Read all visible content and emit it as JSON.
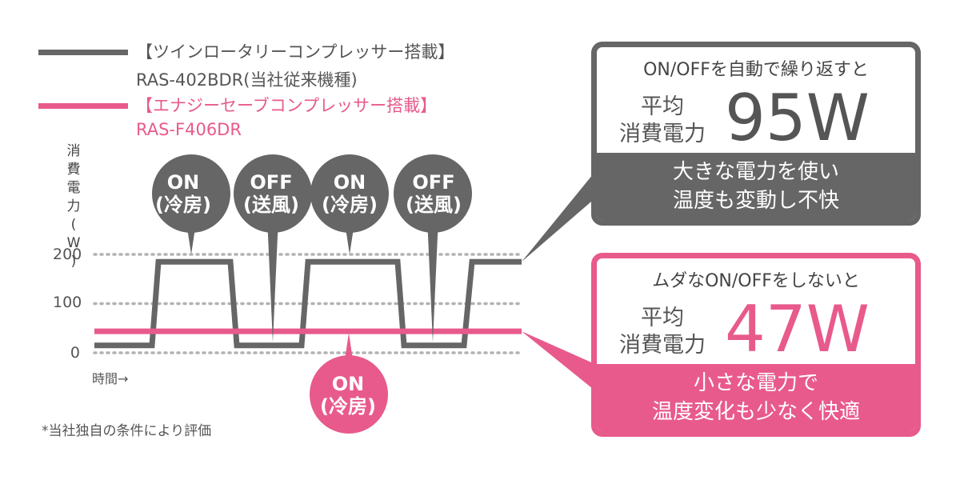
{
  "colors": {
    "gray": "#666666",
    "pink": "#e85a8c",
    "dotted": "#b3b3b3"
  },
  "legend": {
    "gray": {
      "title": "【ツインロータリーコンプレッサー搭載】",
      "model": "RAS-402BDR(当社従来機種)"
    },
    "pink": {
      "title": "【エナジーセーブコンプレッサー搭載】",
      "model": "RAS-F406DR"
    }
  },
  "chart_data": {
    "type": "line",
    "ylabel": "消費電力(W)",
    "xlabel": "時間→",
    "yticks": [
      200,
      100,
      0
    ],
    "ylim": [
      0,
      200
    ],
    "series": [
      {
        "name": "RAS-402BDR(当社従来機種)",
        "shape": "on/off step",
        "values": [
          15,
          185,
          185,
          15,
          15,
          185,
          185,
          15,
          15,
          185,
          185
        ]
      },
      {
        "name": "RAS-F406DR",
        "shape": "constant",
        "values": [
          47
        ]
      }
    ],
    "gray_labels": [
      {
        "line1": "ON",
        "line2": "(冷房)"
      },
      {
        "line1": "OFF",
        "line2": "(送風)"
      },
      {
        "line1": "ON",
        "line2": "(冷房)"
      },
      {
        "line1": "OFF",
        "line2": "(送風)"
      }
    ],
    "pink_label": {
      "line1": "ON",
      "line2": "(冷房)"
    }
  },
  "box_gray": {
    "heading": "ON/OFFを自動で繰り返すと",
    "avg_line1": "平均",
    "avg_line2": "消費電力",
    "value": "95W",
    "footer_line1": "大きな電力を使い",
    "footer_line2": "温度も変動し不快"
  },
  "box_pink": {
    "heading": "ムダなON/OFFをしないと",
    "avg_line1": "平均",
    "avg_line2": "消費電力",
    "value": "47W",
    "footer_line1": "小さな電力で",
    "footer_line2": "温度変化も少なく快適"
  },
  "note": "*当社独自の条件により評価"
}
